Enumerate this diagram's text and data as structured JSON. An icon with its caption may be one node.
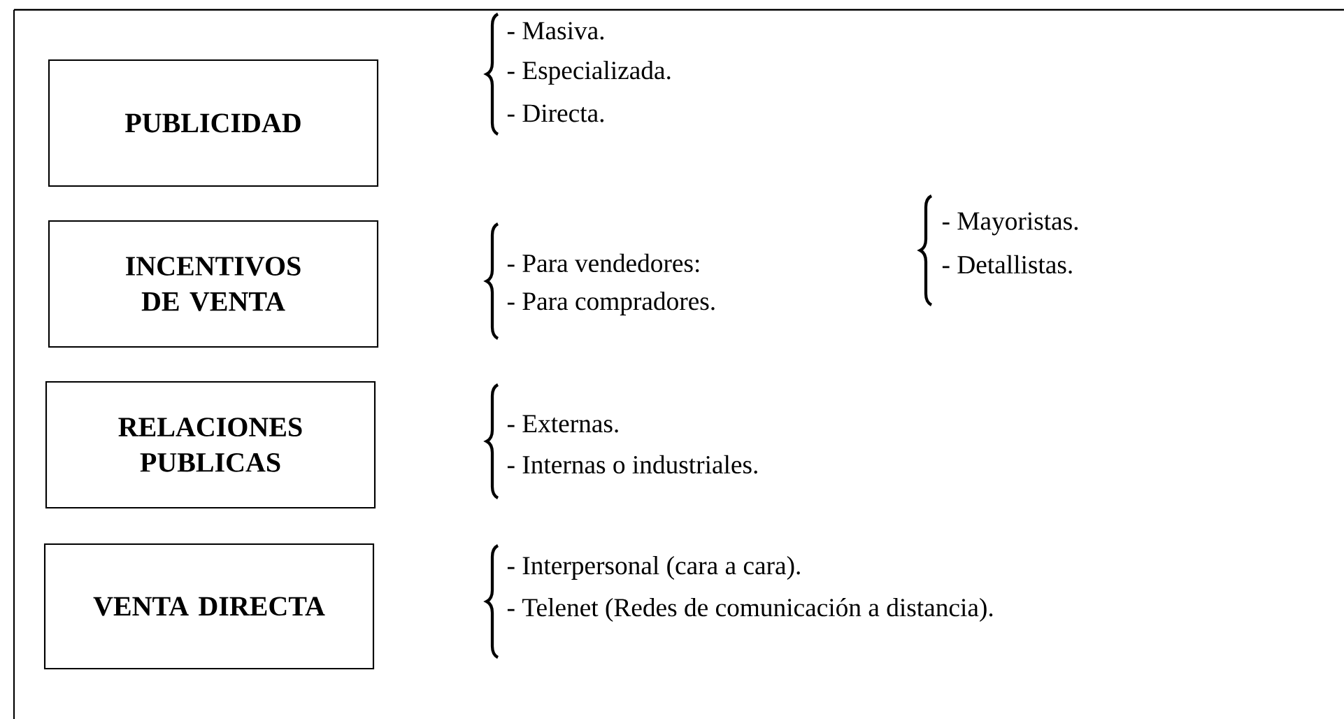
{
  "diagram": {
    "nodes": [
      {
        "text": [
          "PUBLICIDAD"
        ],
        "beside": [
          "- Masiva.",
          "- Especializada.",
          "- Directa."
        ]
      },
      {
        "text": [
          "INCENTIVOS DE VENTA"
        ],
        "beside": [
          "- Para vendedores:",
          "- Para compradores.",
          "- Mayoristas.",
          "- Detallistas."
        ]
      },
      {
        "text": [
          "RELACIONES PUBLICAS"
        ],
        "beside": [
          "- Externas.",
          "- Internas o industriales."
        ]
      },
      {
        "text": [
          "VENTA DIRECTA"
        ],
        "beside": [
          "- Interpersonal (cara a cara).",
          "- Telenet (Redes de comunicación a distancia)."
        ]
      }
    ]
  }
}
